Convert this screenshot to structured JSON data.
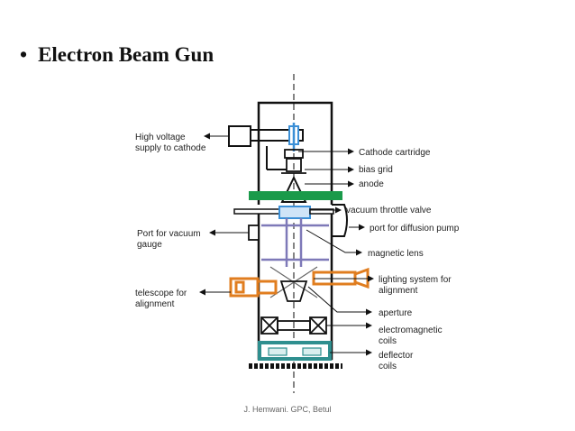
{
  "slide": {
    "bullet": "•",
    "title": "Electron Beam Gun",
    "footer": "J. Hemwani. GPC, Betul"
  },
  "labels": {
    "high_voltage": [
      "High voltage",
      "supply to cathode"
    ],
    "cathode_cartridge": "Cathode cartridge",
    "bias_grid": "bias grid",
    "anode": "anode",
    "throttle_valve": "vacuum throttle valve",
    "diffusion_port": "port for diffusion pump",
    "vacuum_gauge": [
      "Port for vacuum",
      "gauge"
    ],
    "magnetic_lens": "magnetic lens",
    "lighting": [
      "lighting system for",
      "alignment"
    ],
    "telescope": [
      "telescope for",
      "alignment"
    ],
    "aperture": "aperture",
    "electromagnetic": [
      "electromagnetic",
      "coils"
    ],
    "deflector": [
      "deflector",
      "coils"
    ]
  },
  "colors": {
    "outline": "#111111",
    "anode_plate": "#1a9a4a",
    "beam": "#3b8fd6",
    "orange": "#e07d1f",
    "lens": "#7e79b8",
    "teal": "#2f8f8f"
  }
}
